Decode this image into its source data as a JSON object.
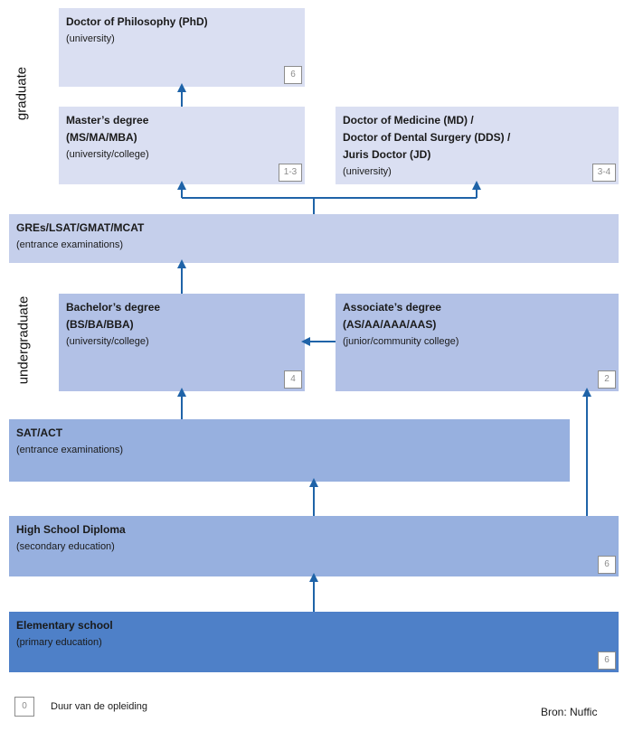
{
  "side_labels": {
    "graduate": "graduate",
    "undergraduate": "undergraduate"
  },
  "boxes": {
    "phd": {
      "title": "Doctor of Philosophy (PhD)",
      "sub": "(university)",
      "years": "6"
    },
    "masters": {
      "title1": "Master’s degree",
      "title2": "(MS/MA/MBA)",
      "sub": "(university/college)",
      "years": "1-3"
    },
    "md": {
      "title1": "Doctor of Medicine (MD) /",
      "title2": "Doctor of Dental Surgery (DDS) /",
      "title3": "Juris Doctor (JD)",
      "sub": "(university)",
      "years": "3-4"
    },
    "gre": {
      "title": "GREs/LSAT/GMAT/MCAT",
      "sub": "(entrance examinations)"
    },
    "bachelor": {
      "title1": "Bachelor’s degree",
      "title2": "(BS/BA/BBA)",
      "sub": "(university/college)",
      "years": "4"
    },
    "associate": {
      "title1": "Associate’s degree",
      "title2": "(AS/AA/AAA/AAS)",
      "sub": "(junior/community college)",
      "years": "2"
    },
    "sat": {
      "title": "SAT/ACT",
      "sub": "(entrance examinations)"
    },
    "highschool": {
      "title": "High School Diploma",
      "sub": "(secondary education)",
      "years": "6"
    },
    "elementary": {
      "title": "Elementary school",
      "sub": "(primary education)",
      "years": "6"
    }
  },
  "legend": {
    "badge": "0",
    "text": "Duur van de opleiding"
  },
  "source": "Bron: Nuffic",
  "colors": {
    "graduate": "#dadff2",
    "gre": "#c5cfeb",
    "undergrad": "#b2c1e6",
    "sat": "#97b0df",
    "highschool": "#97b0df",
    "elementary": "#4e80c8",
    "arrow": "#1f63a8"
  }
}
